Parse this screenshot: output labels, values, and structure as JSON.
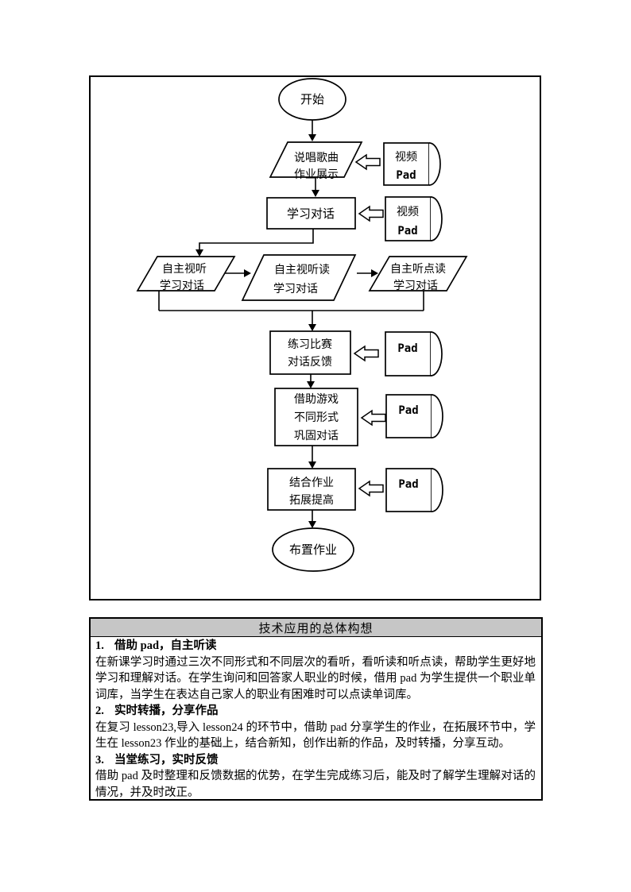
{
  "flowchart": {
    "start": "开始",
    "end": "布置作业",
    "nodes": {
      "show": {
        "line1": "说唱歌曲",
        "line2": "作业展示"
      },
      "learn": {
        "label": "学习对话"
      },
      "watch1": {
        "line1": "自主视听",
        "line2": "学习对话"
      },
      "watch2": {
        "line1": "自主视听读",
        "line2": "学习对话"
      },
      "watch3": {
        "line1": "自主听点读",
        "line2": "学习对话"
      },
      "practice": {
        "line1": "练习比赛",
        "line2": "对话反馈"
      },
      "game": {
        "line1": "借助游戏",
        "line2": "不同形式",
        "line3": "巩固对话"
      },
      "extend": {
        "line1": "结合作业",
        "line2": "拓展提高"
      }
    },
    "media": {
      "video_pad_1": {
        "line1": "视频",
        "line2": "Pad"
      },
      "video_pad_2": {
        "line1": "视频",
        "line2": "Pad"
      },
      "pad_3": {
        "label": "Pad"
      },
      "pad_4": {
        "label": "Pad"
      },
      "pad_5": {
        "label": "Pad"
      }
    }
  },
  "summary": {
    "title": "技术应用的总体构想",
    "items": [
      {
        "num": "1.",
        "heading": "借助 pad，自主听读",
        "body": "在新课学习时通过三次不同形式和不同层次的看听，看听读和听点读，帮助学生更好地学习和理解对话。在学生询问和回答家人职业的时候，借用 pad 为学生提供一个职业单词库，当学生在表达自己家人的职业有困难时可以点读单词库。"
      },
      {
        "num": "2.",
        "heading": "实时转播，分享作品",
        "body": "在复习 lesson23,导入 lesson24 的环节中，借助 pad 分享学生的作业，在拓展环节中，学生在 lesson23 作业的基础上，结合新知，创作出新的作品，及时转播，分享互动。"
      },
      {
        "num": "3.",
        "heading": "当堂练习，实时反馈",
        "body": "借助 pad 及时整理和反馈数据的优势，在学生完成练习后，能及时了解学生理解对话的情况，并及时改正。"
      }
    ]
  },
  "colors": {
    "page_bg": "#ffffff",
    "stroke": "#000000",
    "summary_header_bg": "#c6c6c6"
  }
}
